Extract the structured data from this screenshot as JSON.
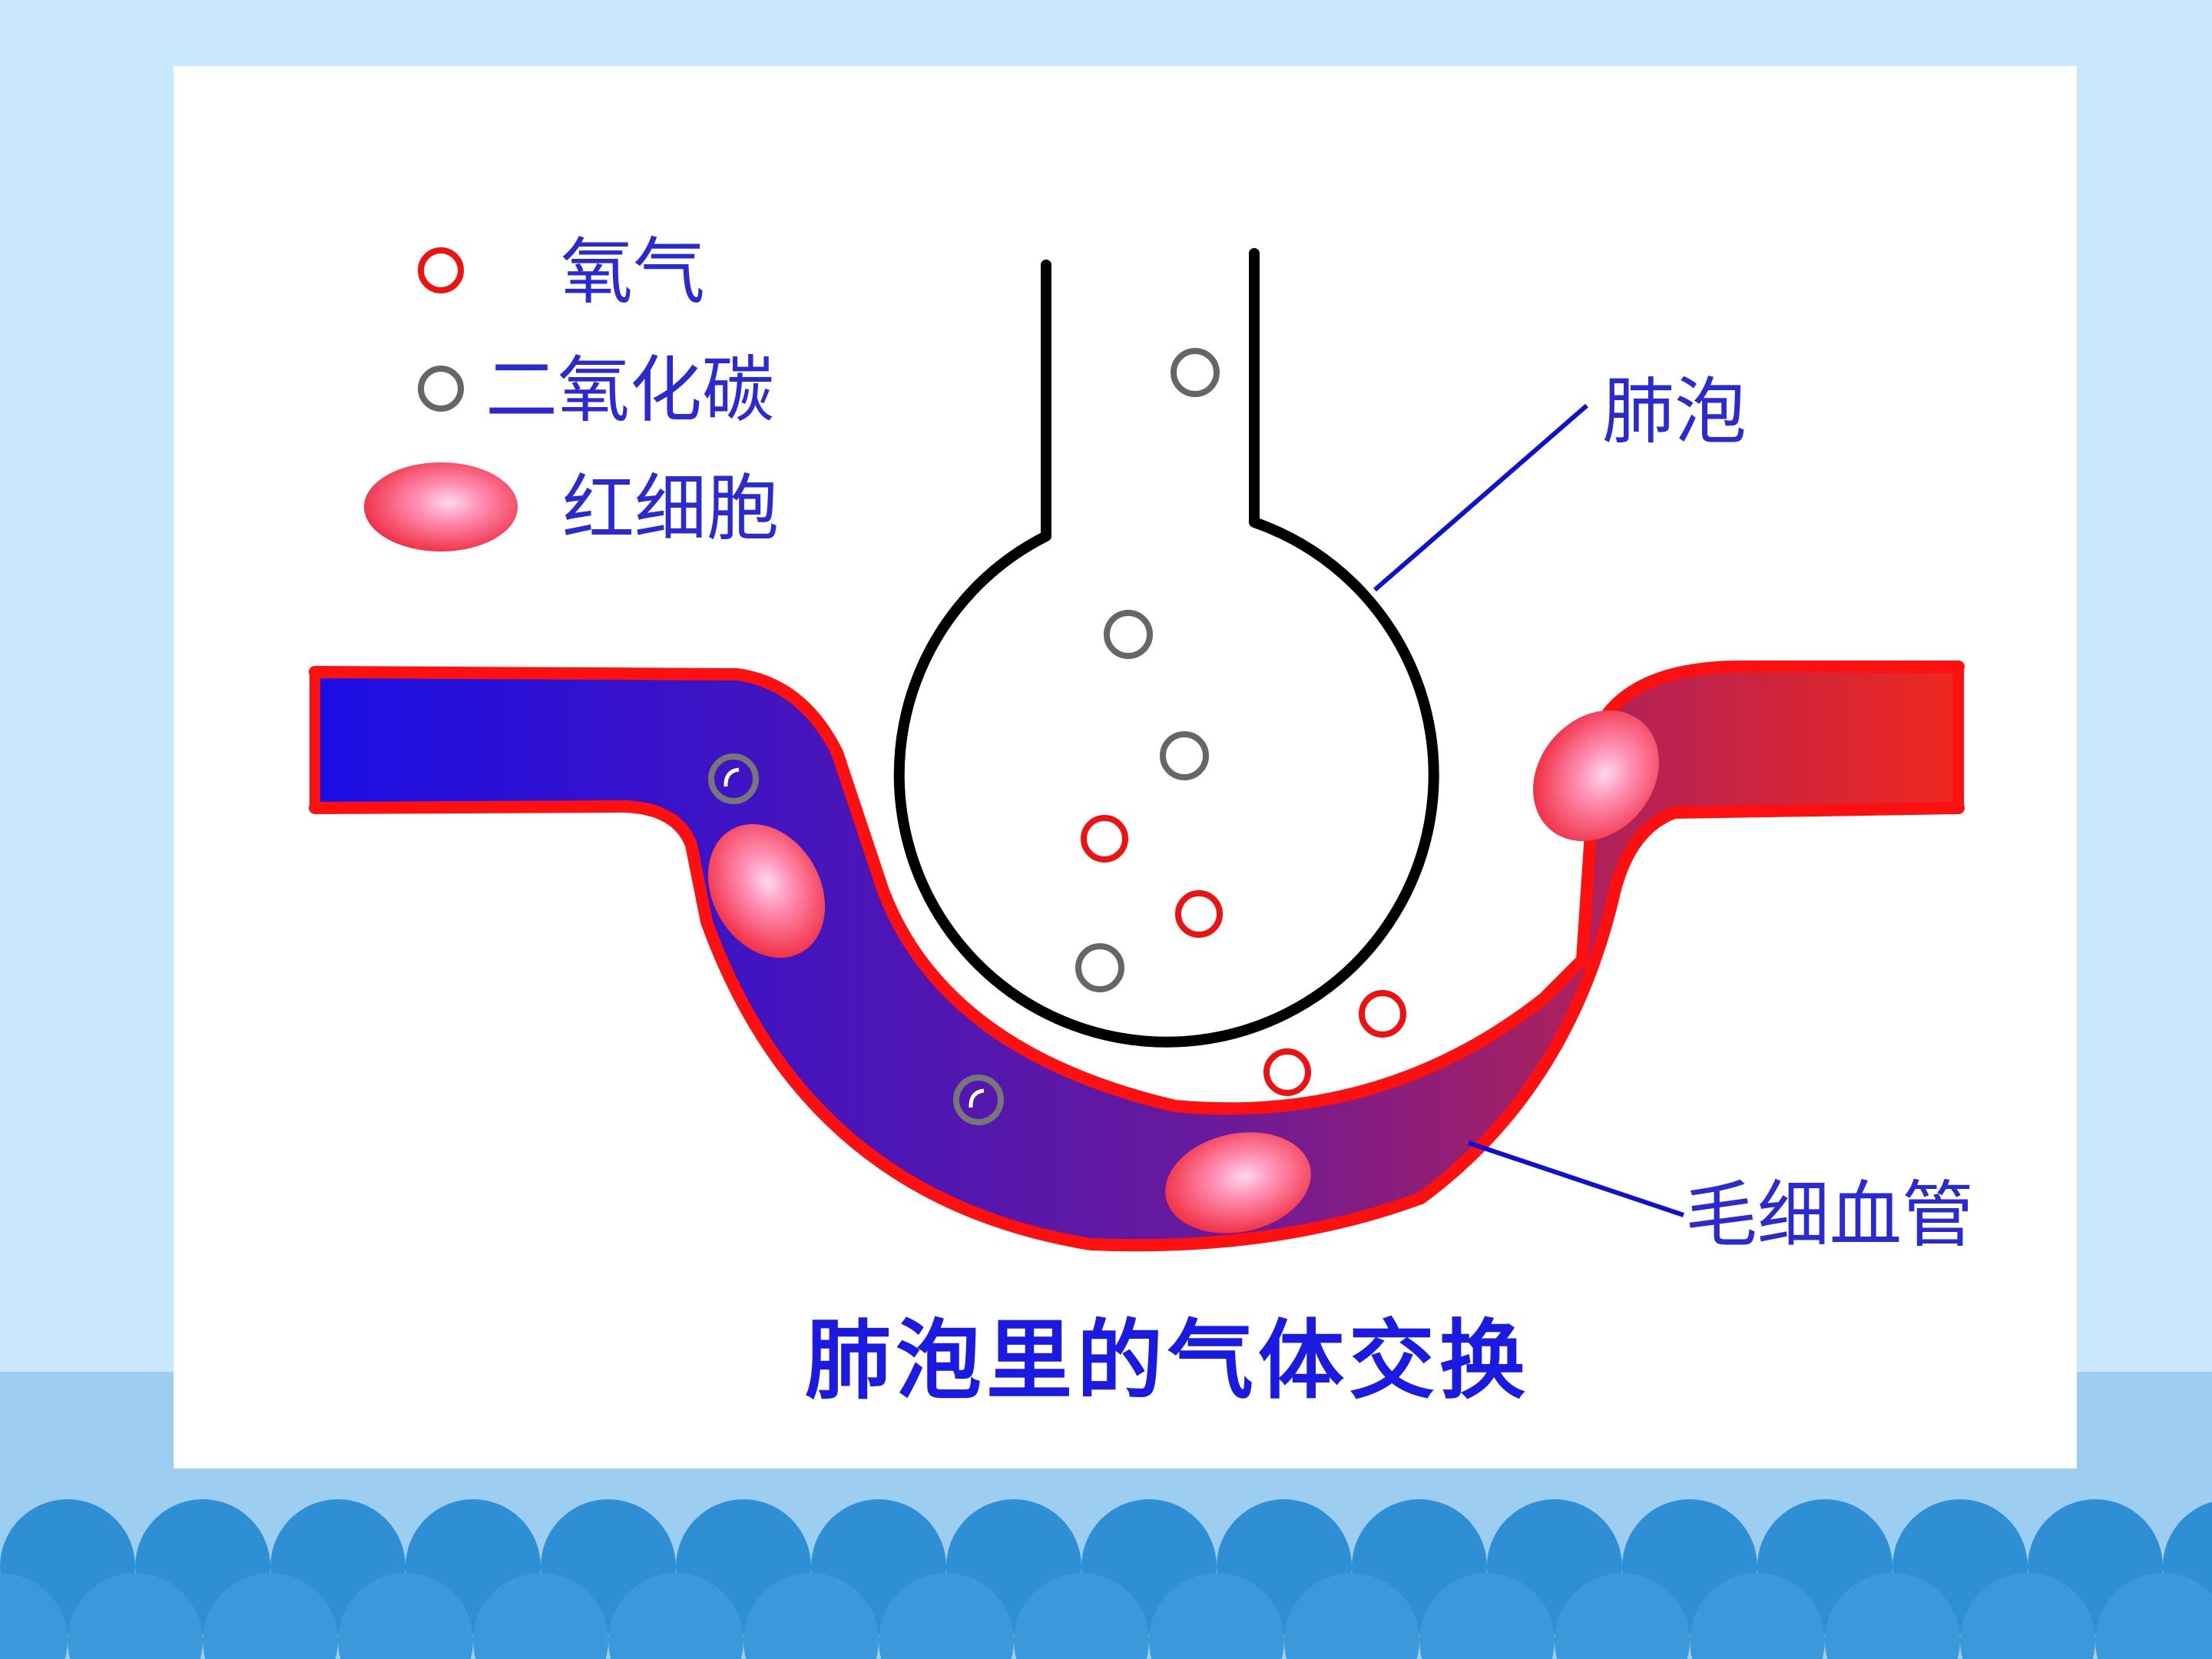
{
  "legend": {
    "oxygen_label": "氧气",
    "co2_label": "二氧化碳",
    "rbc_label": "红细胞"
  },
  "callouts": {
    "alveolus": "肺泡",
    "capillary": "毛细血管"
  },
  "caption": "肺泡里的气体交换",
  "colors": {
    "oxygen": "#ee1111",
    "co2": "#666666",
    "venous_blood": "#1a0ee6",
    "arterial_blood": "#f0281e",
    "vessel_wall": "#ff1010",
    "label_text": "#2a2ad0",
    "caption_text": "#1a1ae0",
    "leader_line": "#1010d0",
    "background_top": "#c9e8fb",
    "background_band": "#9dcdf0",
    "scallop_fill": "#2f8fd4"
  }
}
